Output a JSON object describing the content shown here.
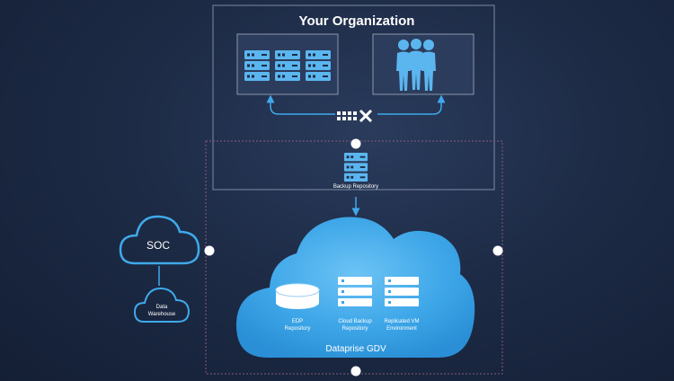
{
  "organization": {
    "title": "Your Organization"
  },
  "backup": {
    "label": "Backup Repository"
  },
  "soc": {
    "label": "SOC"
  },
  "warehouse": {
    "line1": "Data",
    "line2": "Warehouse"
  },
  "cloud": {
    "title": "Dataprise GDV",
    "edp": {
      "line1": "EDP",
      "line2": "Repository"
    },
    "cloud_backup": {
      "line1": "Cloud Backup",
      "line2": "Repository"
    },
    "replicated": {
      "line1": "Replicated VM",
      "line2": "Environment"
    }
  },
  "colors": {
    "frame": "#7f8aa3",
    "dashed_frame": "#8a5c7a",
    "accent": "#3fa9ea",
    "cloud_fill": "#3da6e8",
    "panel": "#2c3c5c"
  }
}
